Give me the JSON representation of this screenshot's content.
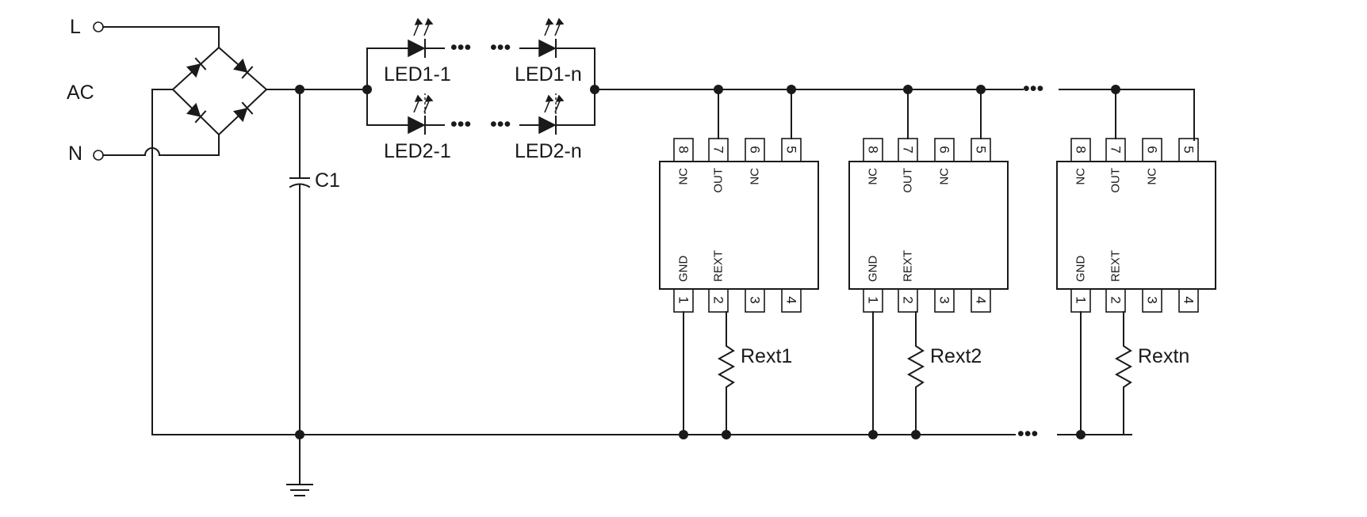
{
  "labels": {
    "L": "L",
    "AC": "AC",
    "N": "N",
    "C1": "C1",
    "led_1_1": "LED1-1",
    "led_1_n": "LED1-n",
    "led_2_1": "LED2-1",
    "led_2_n": "LED2-n",
    "ellipsis": "•••"
  },
  "chips": [
    {
      "top_pins": [
        "8",
        "7",
        "6",
        "5"
      ],
      "bottom_pins": [
        "1",
        "2",
        "3",
        "4"
      ],
      "top_labels": [
        "NC",
        "OUT",
        "NC"
      ],
      "bottom_labels": [
        "GND",
        "REXT"
      ],
      "resistor": "Rext1"
    },
    {
      "top_pins": [
        "8",
        "7",
        "6",
        "5"
      ],
      "bottom_pins": [
        "1",
        "2",
        "3",
        "4"
      ],
      "top_labels": [
        "NC",
        "OUT",
        "NC"
      ],
      "bottom_labels": [
        "GND",
        "REXT"
      ],
      "resistor": "Rext2"
    },
    {
      "top_pins": [
        "8",
        "7",
        "6",
        "5"
      ],
      "bottom_pins": [
        "1",
        "2",
        "3",
        "4"
      ],
      "top_labels": [
        "NC",
        "OUT",
        "NC"
      ],
      "bottom_labels": [
        "GND",
        "REXT"
      ],
      "resistor": "Rextn"
    }
  ]
}
